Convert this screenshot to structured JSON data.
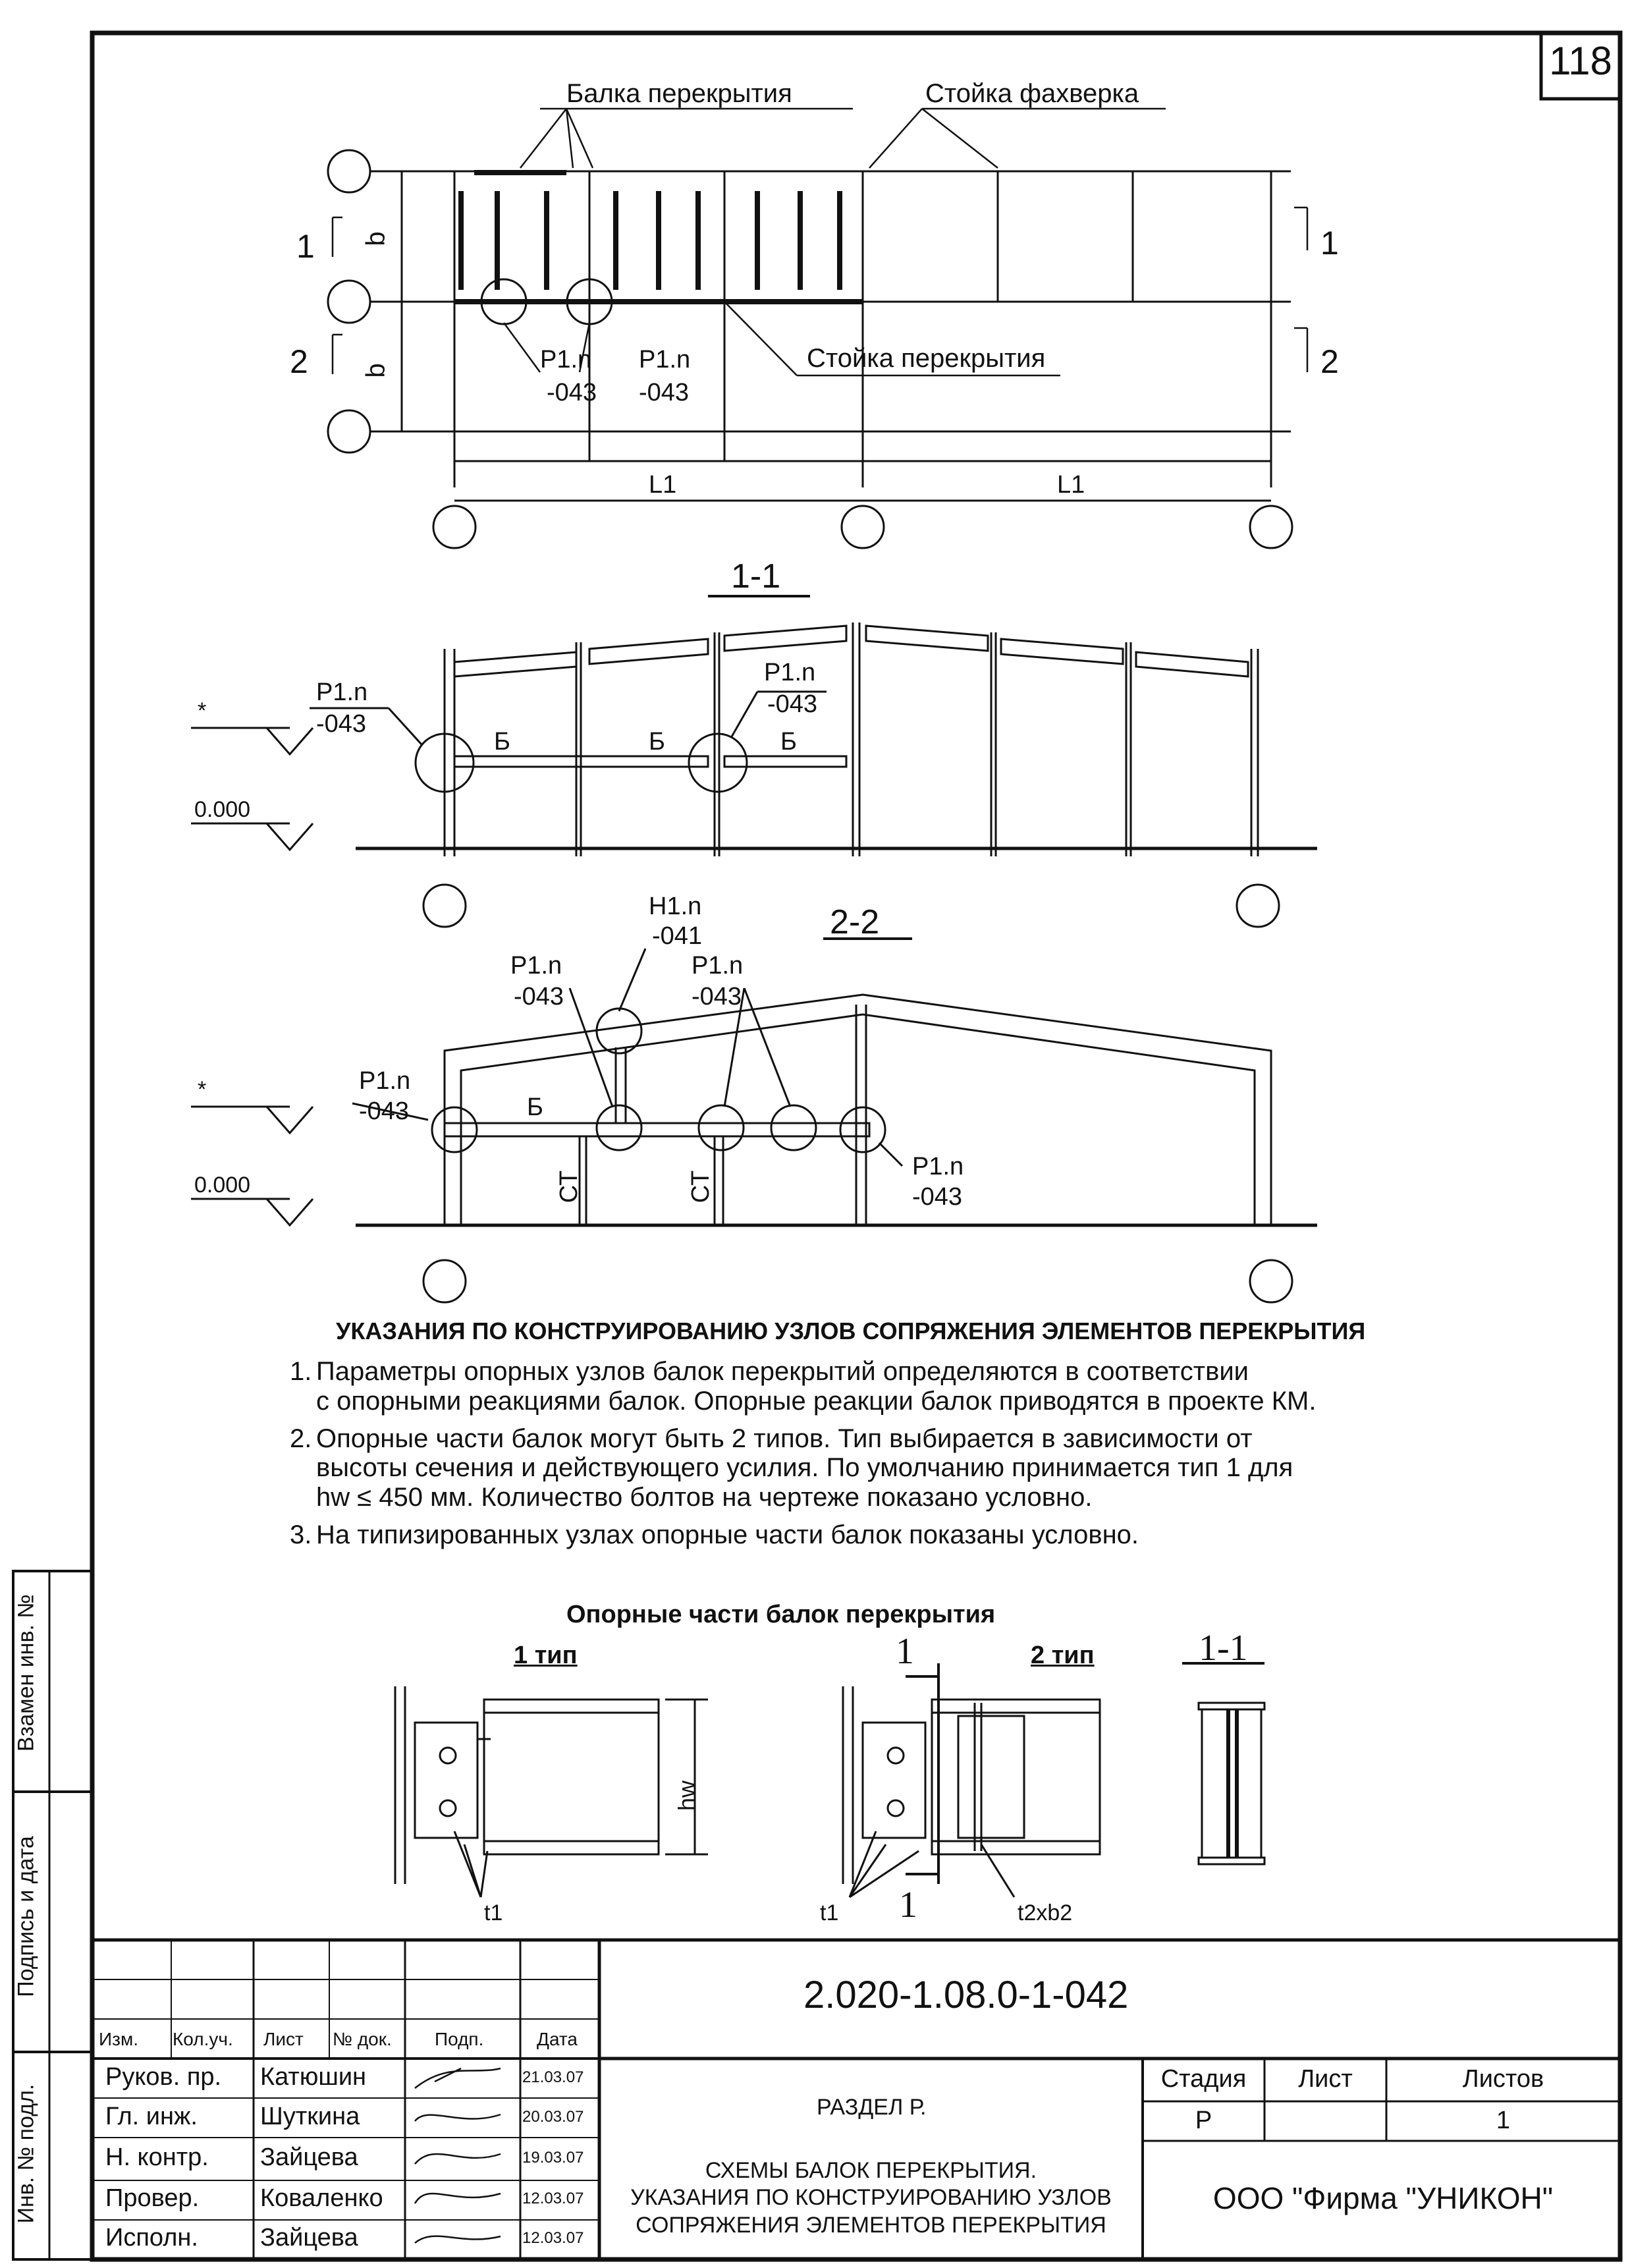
{
  "sheet_number": "118",
  "plan": {
    "label_beam": "Балка перекрытия",
    "label_post_facade": "Стойка фахверка",
    "label_post_floor": "Стойка перекрытия",
    "node_p1_a": "Р1.n",
    "node_p1_a_code": "-043",
    "node_p1_b": "Р1.n",
    "node_p1_b_code": "-043",
    "dim_b_top": "b",
    "dim_b_bottom": "b",
    "dim_l1_left": "L1",
    "dim_l1_right": "L1",
    "section_1_left": "1",
    "section_1_right": "1",
    "section_2_left": "2",
    "section_2_right": "2"
  },
  "section_1_1": {
    "title": "1-1",
    "node_left": "Р1.n",
    "node_left_code": "-043",
    "node_right": "Р1.n",
    "node_right_code": "-043",
    "beam_labels": [
      "Б",
      "Б",
      "Б"
    ],
    "level_star": "*",
    "level_zero": "0.000"
  },
  "section_2_2": {
    "title": "2-2",
    "node_h1": "Н1.n",
    "node_h1_code": "-041",
    "node_p1_a": "Р1.n",
    "node_p1_a_code": "-043",
    "node_p1_b": "Р1.n",
    "node_p1_b_code": "-043",
    "node_p1_left": "Р1.n",
    "node_p1_left_code": "-043",
    "node_p1_right": "Р1.n",
    "node_p1_right_code": "-043",
    "beam_label": "Б",
    "post_labels": [
      "СТ",
      "СТ"
    ],
    "level_star": "*",
    "level_zero": "0.000"
  },
  "notes": {
    "heading": "УКАЗАНИЯ ПО КОНСТРУИРОВАНИЮ УЗЛОВ СОПРЯЖЕНИЯ ЭЛЕМЕНТОВ ПЕРЕКРЫТИЯ",
    "items": [
      {
        "num": "1.",
        "line1": "Параметры  опорных  узлов балок перекрытий  определяются в  соответствии",
        "line2": "с  опорными реакциями балок. Опорные реакции балок приводятся  в проекте КМ."
      },
      {
        "num": "2.",
        "line1": "Опорные  части  балок могут  быть 2 типов.  Тип выбирается в зависимости от",
        "line2": "высоты сечения и действующего усилия. По умолчанию принимается тип 1 для",
        "line3": "hw ≤ 450 мм. Количество болтов на чертеже показано условно."
      },
      {
        "num": "3.",
        "line1": "На типизированных узлах опорные части балок показаны условно."
      }
    ]
  },
  "supports": {
    "title": "Опорные части балок перекрытия",
    "type1": "1 тип",
    "type2": "2 тип",
    "section": "1-1",
    "cut_top": "1",
    "cut_bottom": "1",
    "dim_hw": "hw",
    "label_t1_a": "t1",
    "label_t1_b": "t1",
    "label_t2b2": "t2xb2"
  },
  "side_stamp": {
    "inv_replace": "Взамен инв. №",
    "sign_date": "Подпись и дата",
    "inv_orig": "Инв. № подл."
  },
  "title_block": {
    "doc_code": "2.020-1.08.0-1-042",
    "col_headers": [
      "Изм.",
      "Кол.уч.",
      "Лист",
      "№ док.",
      "Подп.",
      "Дата"
    ],
    "staff": [
      {
        "role": "Руков. пр.",
        "name": "Катюшин",
        "date": "21.03.07"
      },
      {
        "role": "Гл. инж.",
        "name": "Шуткина",
        "date": "20.03.07"
      },
      {
        "role": "Н. контр.",
        "name": "Зайцева",
        "date": "19.03.07"
      },
      {
        "role": "Провер.",
        "name": "Коваленко",
        "date": "12.03.07"
      },
      {
        "role": "Исполн.",
        "name": "Зайцева",
        "date": "12.03.07"
      }
    ],
    "section": "РАЗДЕЛ Р.",
    "title_line1": "СХЕМЫ БАЛОК ПЕРЕКРЫТИЯ.",
    "title_line2": "УКАЗАНИЯ ПО КОНСТРУИРОВАНИЮ УЗЛОВ",
    "title_line3": "СОПРЯЖЕНИЯ ЭЛЕМЕНТОВ ПЕРЕКРЫТИЯ",
    "stage_label": "Стадия",
    "sheet_label": "Лист",
    "sheets_label": "Листов",
    "stage_value": "Р",
    "sheet_value": "",
    "sheets_value": "1",
    "company": "ООО  \"Фирма \"УНИКОН\""
  }
}
